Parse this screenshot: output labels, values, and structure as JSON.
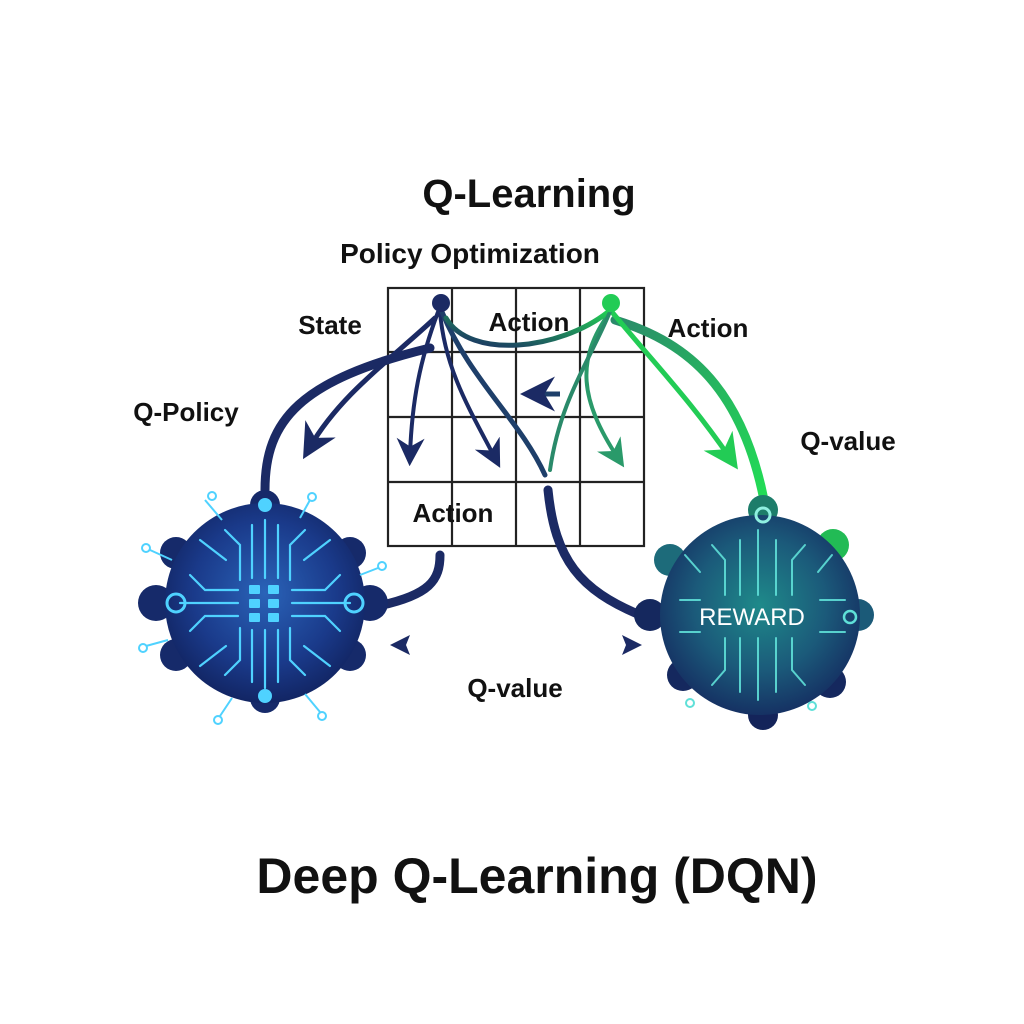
{
  "title": "Q-Learning",
  "subtitle": "Policy Optimization",
  "labels": {
    "state": "State",
    "action_top_grid": "Action",
    "action_right": "Action",
    "q_policy": "Q-Policy",
    "q_value_right": "Q-value",
    "action_grid": "Action",
    "q_value_bottom": "Q-value"
  },
  "nodes": {
    "agent": {
      "icon": "neural-chip-icon"
    },
    "reward": {
      "label": "REWARD",
      "icon": "circuit-node-icon"
    }
  },
  "footer": "Deep Q-Learning (DQN)",
  "colors": {
    "navy": "#1b2a64",
    "green": "#22cc55",
    "teal": "#1d6b6a",
    "cyan": "#4fd2ff"
  }
}
